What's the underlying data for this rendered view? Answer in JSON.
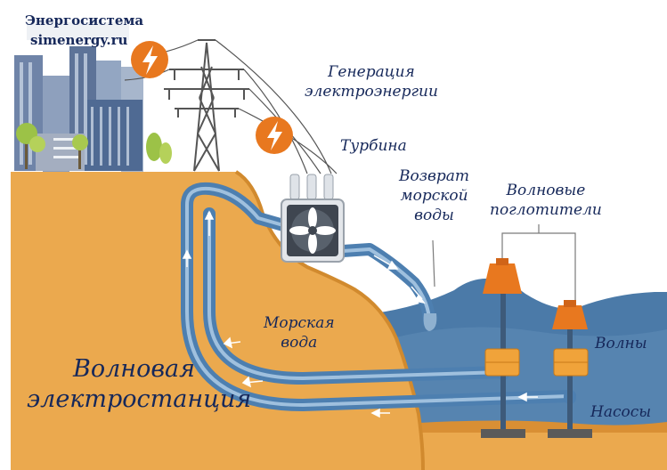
{
  "brand": {
    "name": "Энергосистема",
    "site": "simenergy.ru"
  },
  "labels": {
    "generation_line1": "Генерация",
    "generation_line2": "электроэнергии",
    "turbine": "Турбина",
    "return_line1": "Возврат",
    "return_line2": "морской",
    "return_line3": "воды",
    "absorbers_line1": "Волновые",
    "absorbers_line2": "поглотители",
    "seawater_line1": "Морская",
    "seawater_line2": "вода",
    "waves": "Волны",
    "pumps": "Насосы",
    "station_line1": "Волновая",
    "station_line2": "электростанция"
  },
  "colors": {
    "land": "#eba94e",
    "land_edge": "#d18a2e",
    "sea": "#4b7aa8",
    "sea_light": "#8fb1d0",
    "pipe": "#4d7fb0",
    "pipe_inner": "#9fc0de",
    "accent": "#e8781f",
    "text": "#16285a",
    "tower": "#555555",
    "buildings": "#7d8fad"
  },
  "icons": [
    "lightning-icon",
    "lightning-icon",
    "turbine-fan-icon",
    "transmission-tower-icon",
    "flow-arrow-icon"
  ]
}
